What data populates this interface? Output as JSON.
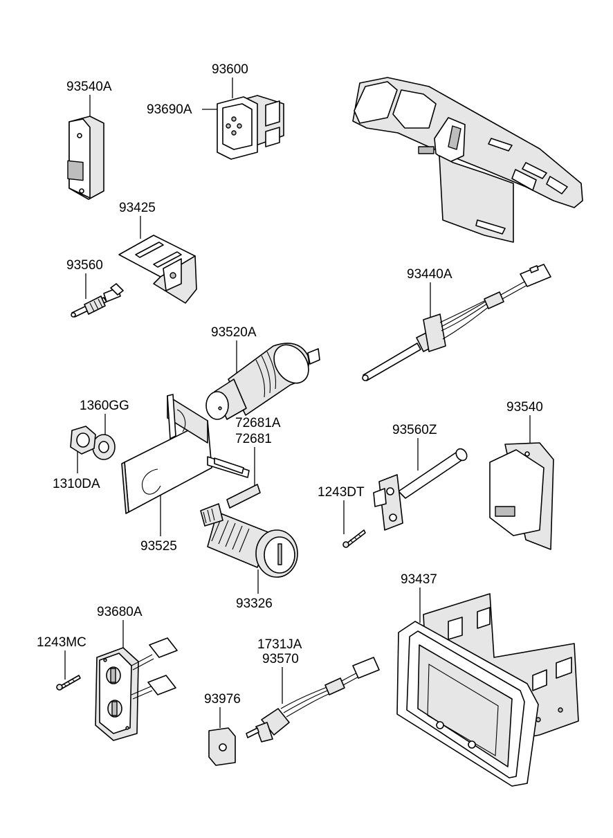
{
  "part_labels": {
    "p93540A": "93540A",
    "p93600": "93600",
    "p93690A": "93690A",
    "p93425": "93425",
    "p93560": "93560",
    "p93440A": "93440A",
    "p93520A": "93520A",
    "p1360GG": "1360GG",
    "p1310DA": "1310DA",
    "p72681A": "72681A",
    "p72681": "72681",
    "p93560Z": "93560Z",
    "p93540": "93540",
    "p1243DT": "1243DT",
    "p93525": "93525",
    "p93326": "93326",
    "p93437": "93437",
    "p93680A": "93680A",
    "p1243MC": "1243MC",
    "p1731JA": "1731JA",
    "p93570": "93570",
    "p93976": "93976"
  }
}
